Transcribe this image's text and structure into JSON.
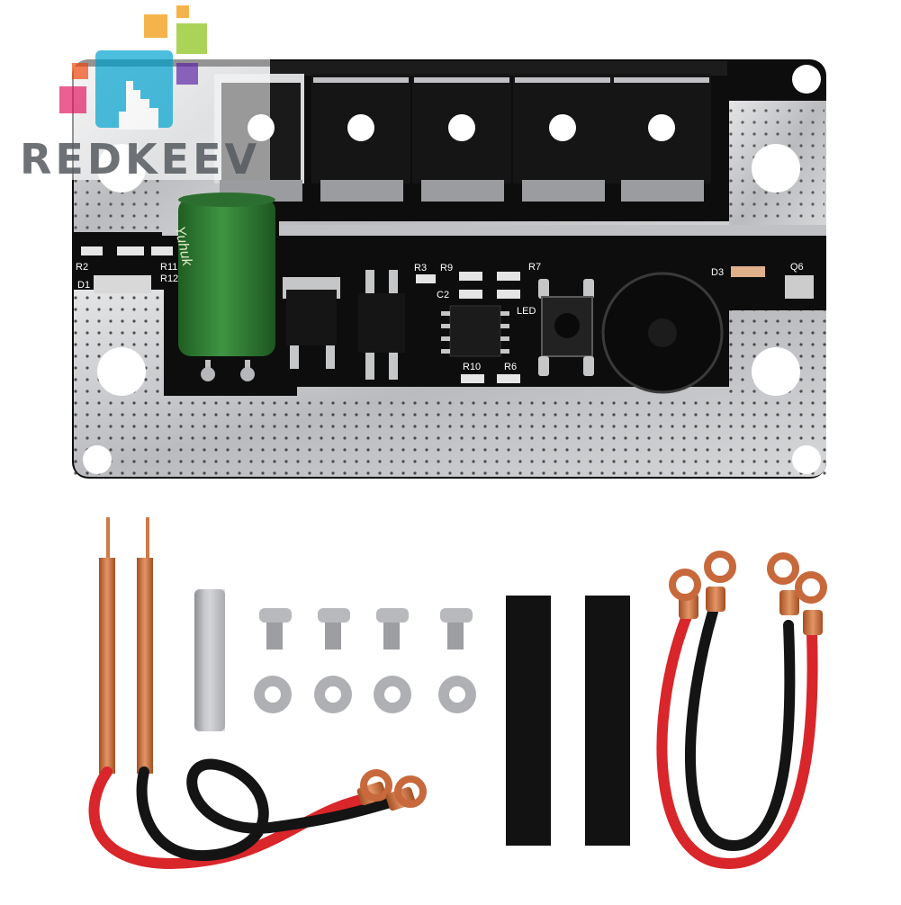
{
  "watermark": {
    "brand_text": "REDKEEV",
    "logo_colors": [
      "#e8447f",
      "#f4a72c",
      "#9ccc3c",
      "#2fb4d9",
      "#7d4fb8",
      "#f26b3a"
    ]
  },
  "board": {
    "silkscreen_labels": {
      "r2": "R2",
      "d1": "D1",
      "r11": "R11",
      "r12": "R12",
      "r3": "R3",
      "r9": "R9",
      "c2": "C2",
      "r7": "R7",
      "led": "LED",
      "r10": "R10",
      "r6": "R6",
      "d3": "D3",
      "q6": "Q6"
    },
    "capacitor_text": "Yuhuk"
  },
  "accessories": {
    "screw_count": 4,
    "nut_count": 4,
    "heat_shrink_count": 2
  },
  "colors": {
    "pcb": "#0d0d0d",
    "copper_plate": "#c7c9cb",
    "copper": "#c8693b",
    "red_wire": "#d8262a",
    "black_wire": "#141414",
    "capacitor": "#2f7a32"
  }
}
